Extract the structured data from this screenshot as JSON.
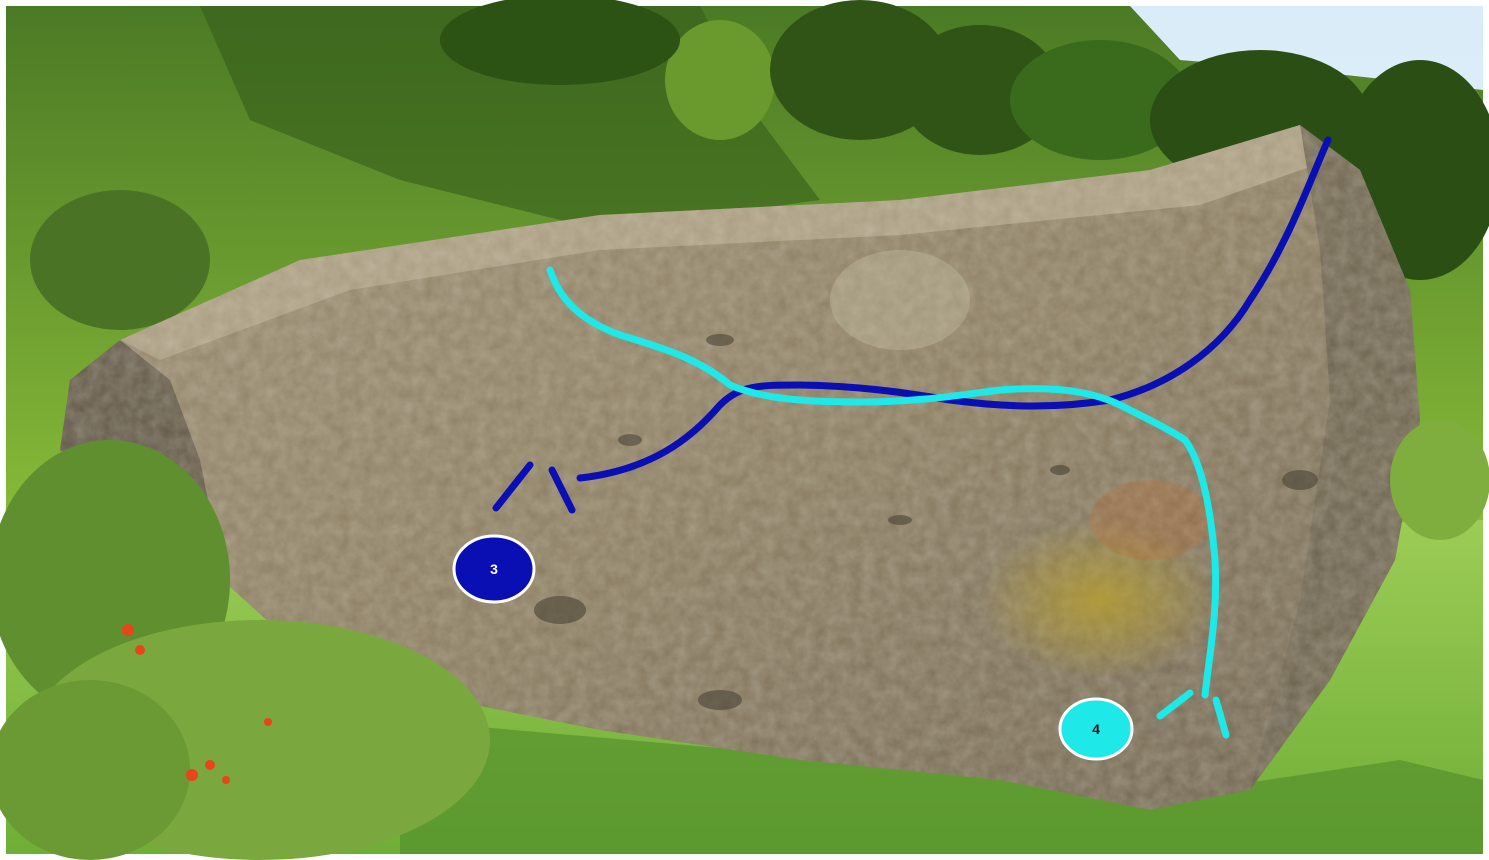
{
  "colors": {
    "sky": "#e8f3fb",
    "hill_dark": "#3f6a1e",
    "hill_light": "#8cbf3a",
    "trees": "#2f5416",
    "rock_base": "#8d7f64",
    "rock_top": "#a79a7e",
    "rock_shadow": "#5e5443",
    "grass": "#86c24a",
    "route_3": "#0a0fb3",
    "route_4": "#1ee8e8",
    "badge_outline": "#ffffff",
    "flowers": "#e8451c"
  },
  "routes": [
    {
      "id": "route-3",
      "label": "3",
      "color": "#0a0fb3",
      "text_color": "#ffffff"
    },
    {
      "id": "route-4",
      "label": "4",
      "color": "#1ee8e8",
      "text_color": "#111111"
    }
  ]
}
